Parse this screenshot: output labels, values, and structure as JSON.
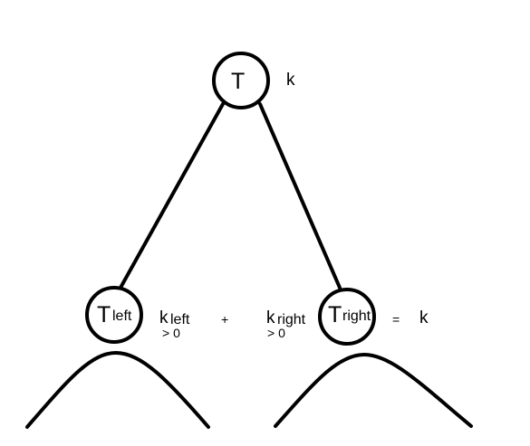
{
  "root": {
    "label": "T",
    "annotation": "k"
  },
  "left_child": {
    "label_main": "T",
    "label_sub": "left",
    "count_main": "k",
    "count_sub": "left",
    "constraint": "> 0"
  },
  "right_child": {
    "label_main": "T",
    "label_sub": "right",
    "count_main": "k",
    "count_sub": "right",
    "constraint": "> 0"
  },
  "equation": {
    "plus": "+",
    "equals": "=",
    "result": "k"
  },
  "colors": {
    "stroke": "#000000",
    "background": "#ffffff"
  }
}
